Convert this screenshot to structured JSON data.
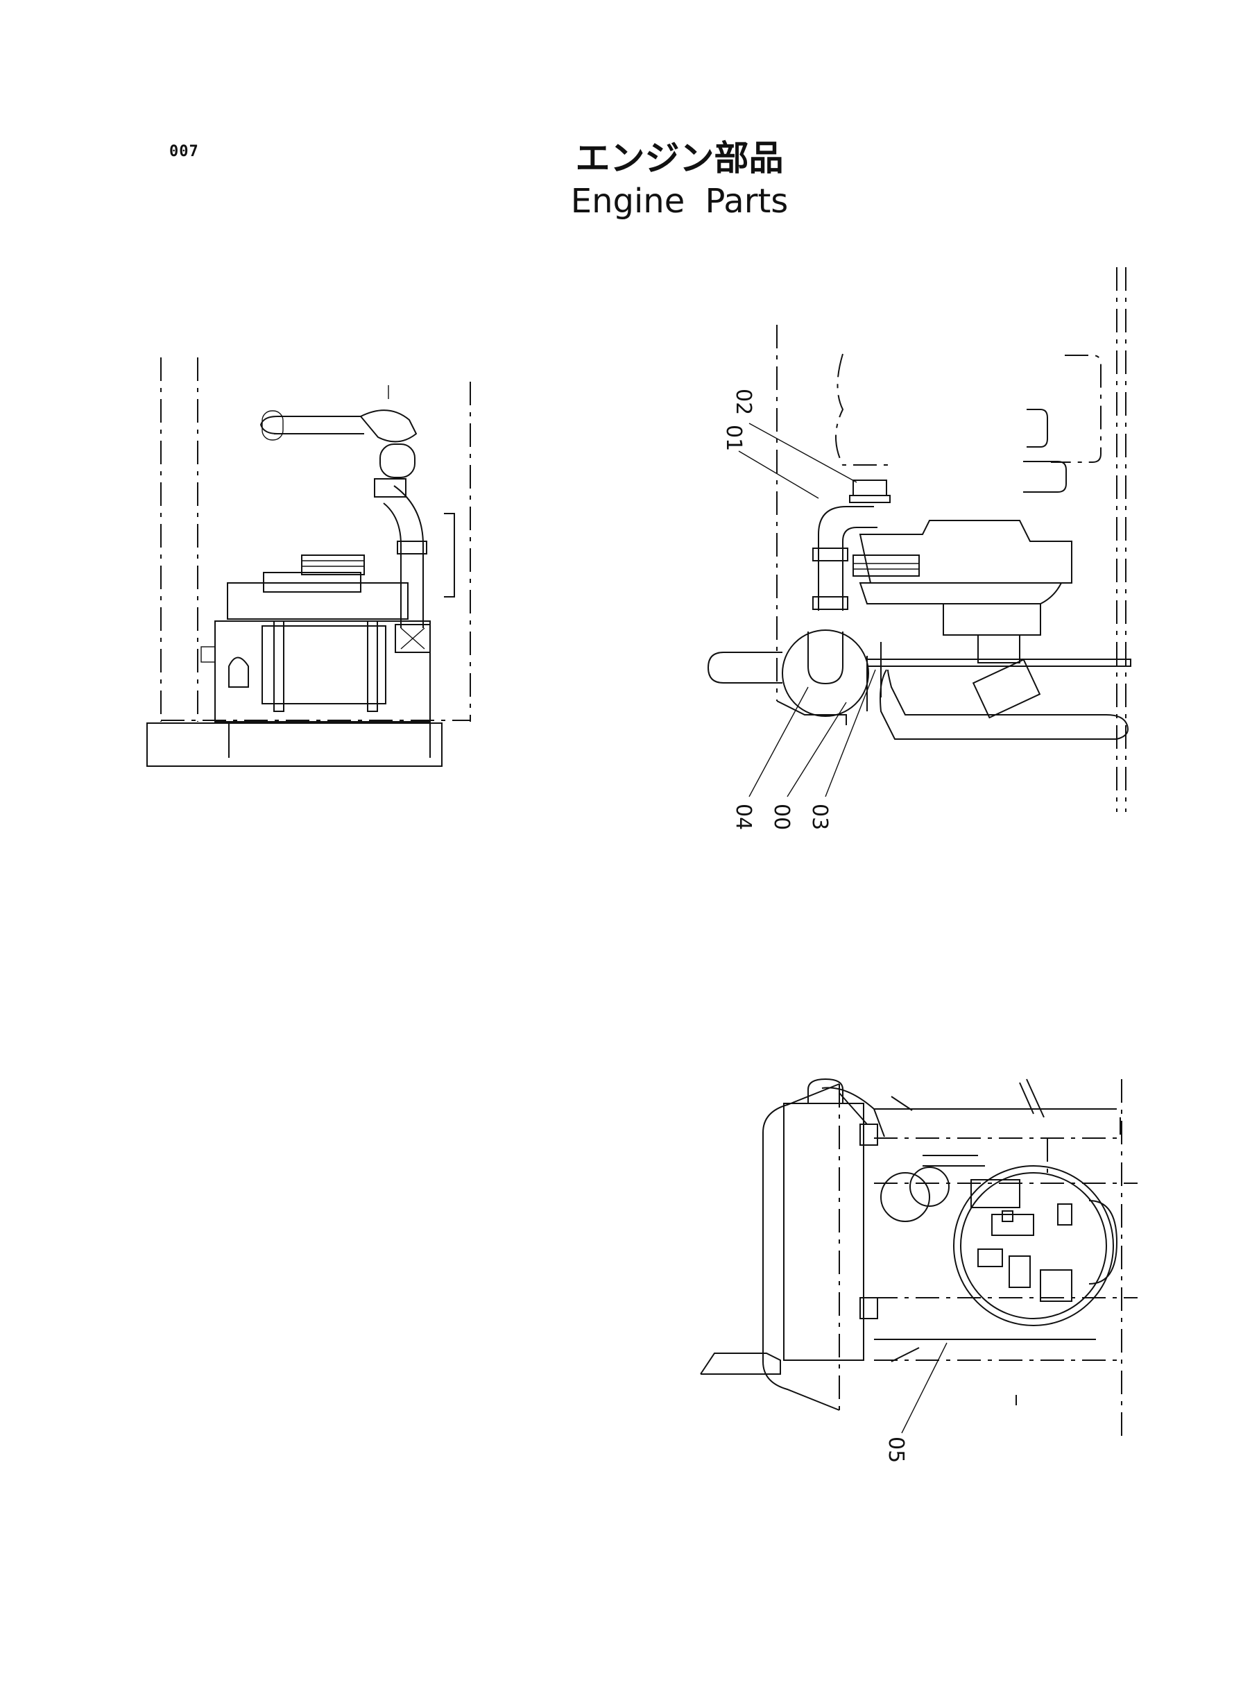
{
  "header": {
    "page_number": "007",
    "title_ja": "エンジン部品",
    "title_en": "Engine Parts"
  },
  "callouts": {
    "c02": "02",
    "c01": "01",
    "c04": "04",
    "c00": "00",
    "c03": "03",
    "c05": "05"
  }
}
